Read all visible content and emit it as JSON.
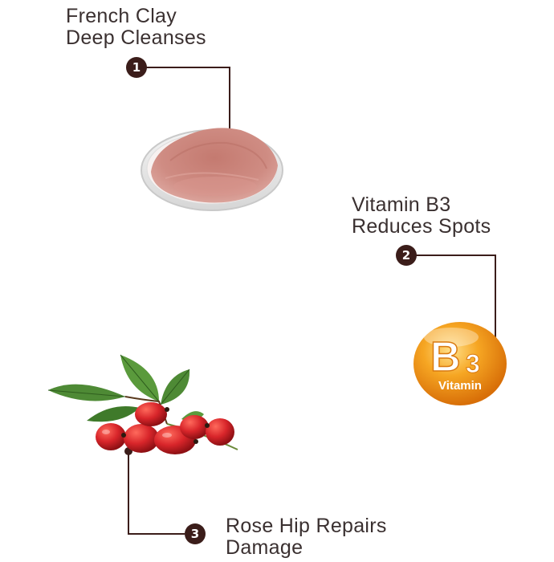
{
  "features": [
    {
      "number": "1",
      "line1": "French Clay",
      "line2": "Deep Cleanses",
      "icon": "clay-powder-dish"
    },
    {
      "number": "2",
      "line1": "Vitamin B3",
      "line2": "Reduces Spots",
      "icon": "vitamin-b3-orb"
    },
    {
      "number": "3",
      "line1": "Rose Hip Repairs",
      "line2": "Damage",
      "icon": "rose-hip-berries"
    }
  ],
  "vitamin_orb": {
    "big": "B",
    "sub": "3",
    "label": "Vitamin"
  },
  "colors": {
    "badge": "#3b1d1a",
    "leader_line": "#3b1d1a",
    "text": "#3a3030",
    "clay": "#c9837a",
    "orb": "#f39a1a",
    "berry": "#d8252a",
    "leaf": "#4e8a35"
  }
}
